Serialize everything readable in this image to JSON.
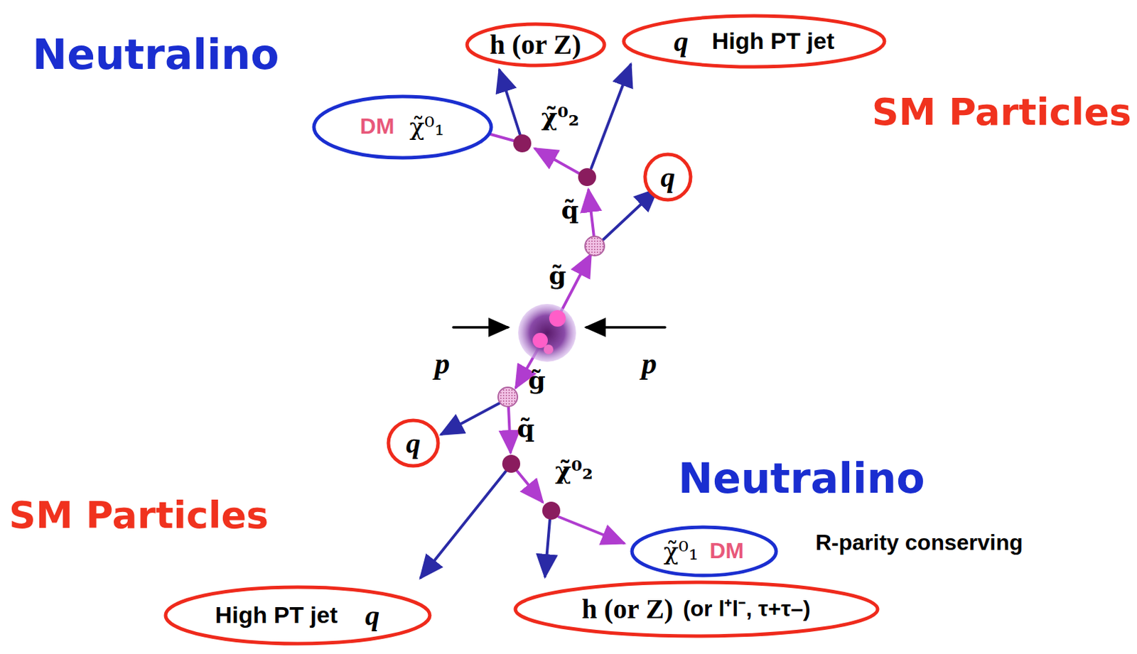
{
  "diagram": {
    "nodes": [
      {
        "text": [
          "h (or Z)"
        ]
      },
      {
        "text": [
          "q",
          "High PT jet"
        ]
      },
      {
        "text": [
          "DM",
          "χ̃⁰₁"
        ]
      },
      {
        "text": [
          "q"
        ]
      },
      {
        "text": [
          "q"
        ]
      },
      {
        "text": [
          "χ̃⁰₁",
          "DM"
        ]
      },
      {
        "text": [
          "High PT jet",
          "q"
        ]
      },
      {
        "text": [
          "h (or Z)",
          "(or l⁺l⁻, τ+τ–)"
        ]
      }
    ],
    "labels": [
      "Neutralino",
      "SM Particles",
      "χ̃⁰₂",
      "q̃",
      "g̃",
      "p",
      "p",
      "g̃",
      "q̃",
      "χ̃⁰₂",
      "Neutralino",
      "SM Particles",
      "R-parity conserving"
    ]
  }
}
